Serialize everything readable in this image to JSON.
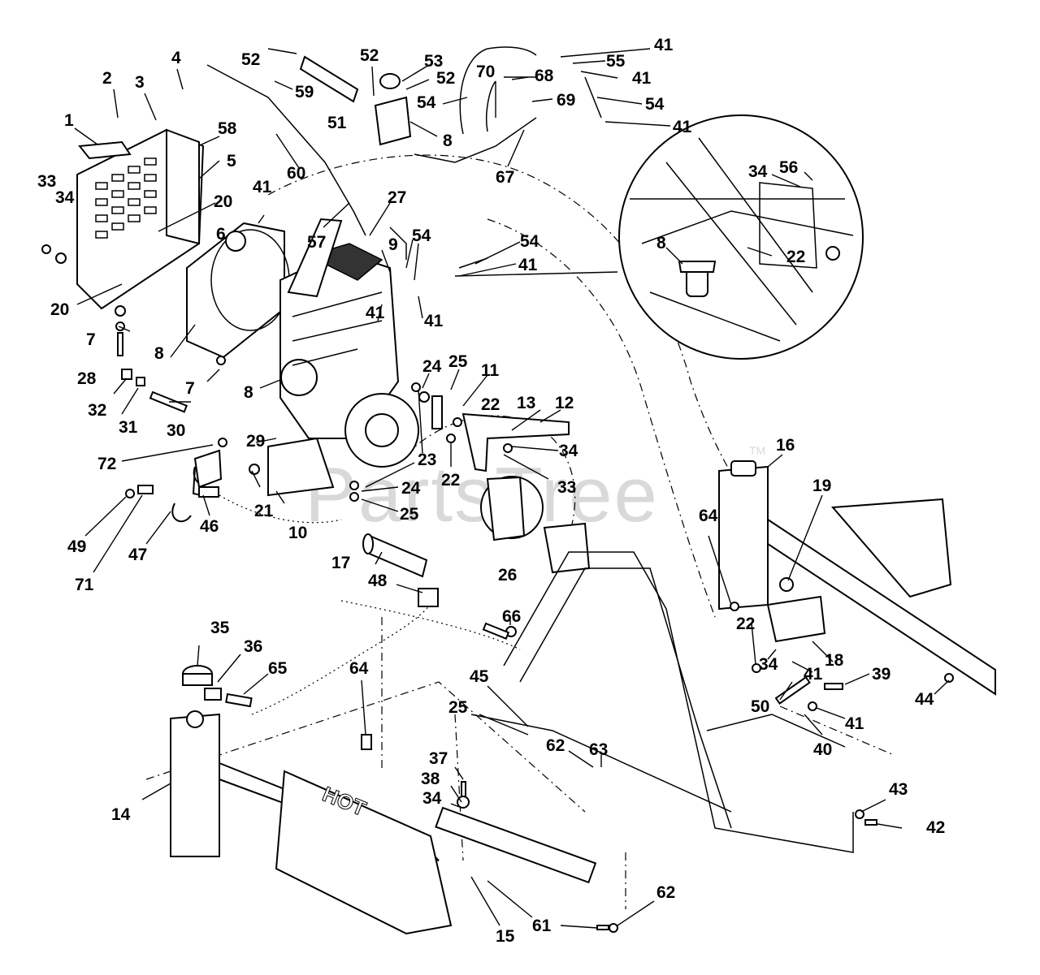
{
  "watermark": "PartsTree",
  "watermark_tm": "TM",
  "decal_text": "HOT",
  "callouts": [
    {
      "id": "c1",
      "text": "1"
    },
    {
      "id": "c2",
      "text": "2"
    },
    {
      "id": "c3",
      "text": "3"
    },
    {
      "id": "c4",
      "text": "4"
    },
    {
      "id": "c5",
      "text": "5"
    },
    {
      "id": "c6",
      "text": "6"
    },
    {
      "id": "c7a",
      "text": "7"
    },
    {
      "id": "c7b",
      "text": "7"
    },
    {
      "id": "c8a",
      "text": "8"
    },
    {
      "id": "c8b",
      "text": "8"
    },
    {
      "id": "c8c",
      "text": "8"
    },
    {
      "id": "c8d",
      "text": "8"
    },
    {
      "id": "c9",
      "text": "9"
    },
    {
      "id": "c10",
      "text": "10"
    },
    {
      "id": "c11",
      "text": "11"
    },
    {
      "id": "c12",
      "text": "12"
    },
    {
      "id": "c13",
      "text": "13"
    },
    {
      "id": "c14",
      "text": "14"
    },
    {
      "id": "c15",
      "text": "15"
    },
    {
      "id": "c16",
      "text": "16"
    },
    {
      "id": "c17",
      "text": "17"
    },
    {
      "id": "c18",
      "text": "18"
    },
    {
      "id": "c19",
      "text": "19"
    },
    {
      "id": "c20a",
      "text": "20"
    },
    {
      "id": "c20b",
      "text": "20"
    },
    {
      "id": "c21",
      "text": "21"
    },
    {
      "id": "c22a",
      "text": "22"
    },
    {
      "id": "c22b",
      "text": "22"
    },
    {
      "id": "c22c",
      "text": "22"
    },
    {
      "id": "c22d",
      "text": "22"
    },
    {
      "id": "c23",
      "text": "23"
    },
    {
      "id": "c24a",
      "text": "24"
    },
    {
      "id": "c24b",
      "text": "24"
    },
    {
      "id": "c25a",
      "text": "25"
    },
    {
      "id": "c25b",
      "text": "25"
    },
    {
      "id": "c25c",
      "text": "25"
    },
    {
      "id": "c26",
      "text": "26"
    },
    {
      "id": "c27",
      "text": "27"
    },
    {
      "id": "c28",
      "text": "28"
    },
    {
      "id": "c29",
      "text": "29"
    },
    {
      "id": "c30",
      "text": "30"
    },
    {
      "id": "c31",
      "text": "31"
    },
    {
      "id": "c32",
      "text": "32"
    },
    {
      "id": "c33a",
      "text": "33"
    },
    {
      "id": "c33b",
      "text": "33"
    },
    {
      "id": "c34a",
      "text": "34"
    },
    {
      "id": "c34b",
      "text": "34"
    },
    {
      "id": "c34c",
      "text": "34"
    },
    {
      "id": "c34d",
      "text": "34"
    },
    {
      "id": "c34e",
      "text": "34"
    },
    {
      "id": "c35",
      "text": "35"
    },
    {
      "id": "c36",
      "text": "36"
    },
    {
      "id": "c37",
      "text": "37"
    },
    {
      "id": "c38",
      "text": "38"
    },
    {
      "id": "c39",
      "text": "39"
    },
    {
      "id": "c40",
      "text": "40"
    },
    {
      "id": "c41a",
      "text": "41"
    },
    {
      "id": "c41b",
      "text": "41"
    },
    {
      "id": "c41c",
      "text": "41"
    },
    {
      "id": "c41d",
      "text": "41"
    },
    {
      "id": "c41e",
      "text": "41"
    },
    {
      "id": "c41f",
      "text": "41"
    },
    {
      "id": "c41g",
      "text": "41"
    },
    {
      "id": "c41h",
      "text": "41"
    },
    {
      "id": "c41i",
      "text": "41"
    },
    {
      "id": "c42",
      "text": "42"
    },
    {
      "id": "c43",
      "text": "43"
    },
    {
      "id": "c44",
      "text": "44"
    },
    {
      "id": "c45",
      "text": "45"
    },
    {
      "id": "c46",
      "text": "46"
    },
    {
      "id": "c47",
      "text": "47"
    },
    {
      "id": "c48",
      "text": "48"
    },
    {
      "id": "c49",
      "text": "49"
    },
    {
      "id": "c50",
      "text": "50"
    },
    {
      "id": "c51",
      "text": "51"
    },
    {
      "id": "c52a",
      "text": "52"
    },
    {
      "id": "c52b",
      "text": "52"
    },
    {
      "id": "c52c",
      "text": "52"
    },
    {
      "id": "c53",
      "text": "53"
    },
    {
      "id": "c54a",
      "text": "54"
    },
    {
      "id": "c54b",
      "text": "54"
    },
    {
      "id": "c54c",
      "text": "54"
    },
    {
      "id": "c54d",
      "text": "54"
    },
    {
      "id": "c55",
      "text": "55"
    },
    {
      "id": "c56",
      "text": "56"
    },
    {
      "id": "c57",
      "text": "57"
    },
    {
      "id": "c58",
      "text": "58"
    },
    {
      "id": "c59",
      "text": "59"
    },
    {
      "id": "c60",
      "text": "60"
    },
    {
      "id": "c61",
      "text": "61"
    },
    {
      "id": "c62a",
      "text": "62"
    },
    {
      "id": "c62b",
      "text": "62"
    },
    {
      "id": "c63",
      "text": "63"
    },
    {
      "id": "c64a",
      "text": "64"
    },
    {
      "id": "c64b",
      "text": "64"
    },
    {
      "id": "c65",
      "text": "65"
    },
    {
      "id": "c66",
      "text": "66"
    },
    {
      "id": "c67",
      "text": "67"
    },
    {
      "id": "c68",
      "text": "68"
    },
    {
      "id": "c69",
      "text": "69"
    },
    {
      "id": "c70",
      "text": "70"
    },
    {
      "id": "c71",
      "text": "71"
    },
    {
      "id": "c72",
      "text": "72"
    }
  ]
}
